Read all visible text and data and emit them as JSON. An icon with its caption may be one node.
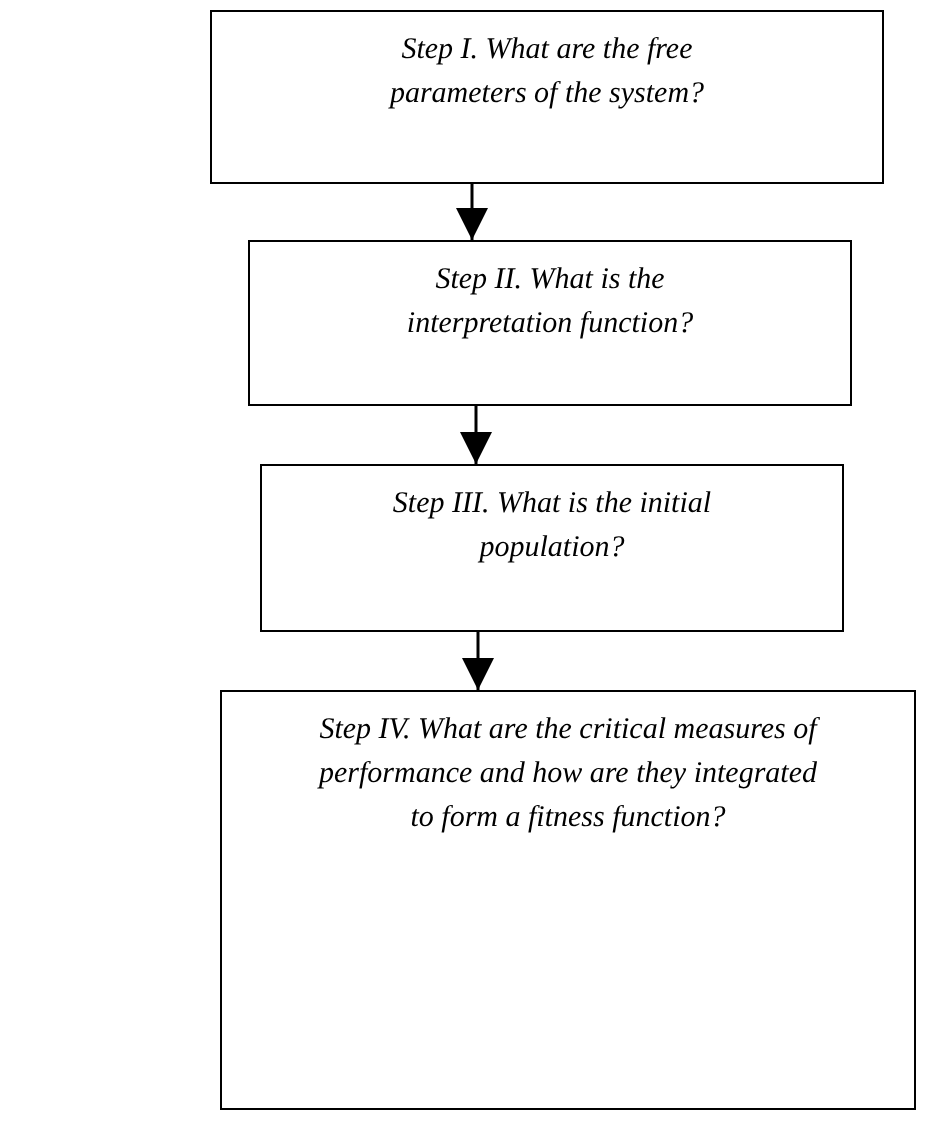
{
  "diagram": {
    "nodes": [
      {
        "text": [
          "Step I. What are the free parameters of the system?"
        ]
      },
      {
        "text": [
          "Step II. What is the interpretation function?"
        ]
      },
      {
        "text": [
          "Step III. What is the initial population?"
        ]
      },
      {
        "text": [
          "Step IV. What are the critical measures of performance and how are they integrated to form a fitness function?"
        ]
      }
    ],
    "edges": [
      {
        "from": 0,
        "to": 1,
        "arrow": "to"
      },
      {
        "from": 1,
        "to": 2,
        "arrow": "to"
      },
      {
        "from": 2,
        "to": 3,
        "arrow": "to"
      }
    ]
  }
}
